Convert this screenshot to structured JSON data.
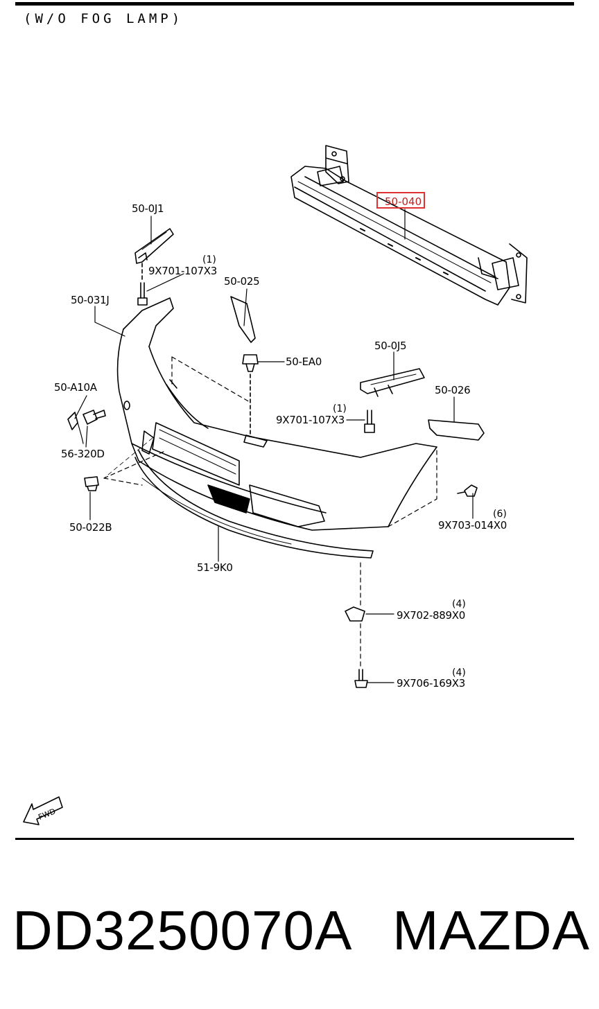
{
  "header": {
    "note": "(W/O FOG LAMP)"
  },
  "highlight": {
    "part": "50-040",
    "color": "#e03030"
  },
  "callouts": {
    "c_50_0J1": "50-0J1",
    "c_9X701_a_qty": "(1)",
    "c_9X701_a": "9X701-107X3",
    "c_50_025": "50-025",
    "c_50_031J": "50-031J",
    "c_50_EA0": "50-EA0",
    "c_50_0J5": "50-0J5",
    "c_50_A10A": "50-A10A",
    "c_50_026": "50-026",
    "c_9X701_b_qty": "(1)",
    "c_9X701_b": "9X701-107X3",
    "c_56_320D": "56-320D",
    "c_50_022B": "50-022B",
    "c_9X703_qty": "(6)",
    "c_9X703": "9X703-014X0",
    "c_51_9K0": "51-9K0",
    "c_9X702_qty": "(4)",
    "c_9X702": "9X702-889X0",
    "c_9X706_qty": "(4)",
    "c_9X706": "9X706-169X3"
  },
  "fwd_icon": {
    "label": "FWD"
  },
  "footer": {
    "part_number": "DD3250070A",
    "brand": "MAZDA"
  }
}
